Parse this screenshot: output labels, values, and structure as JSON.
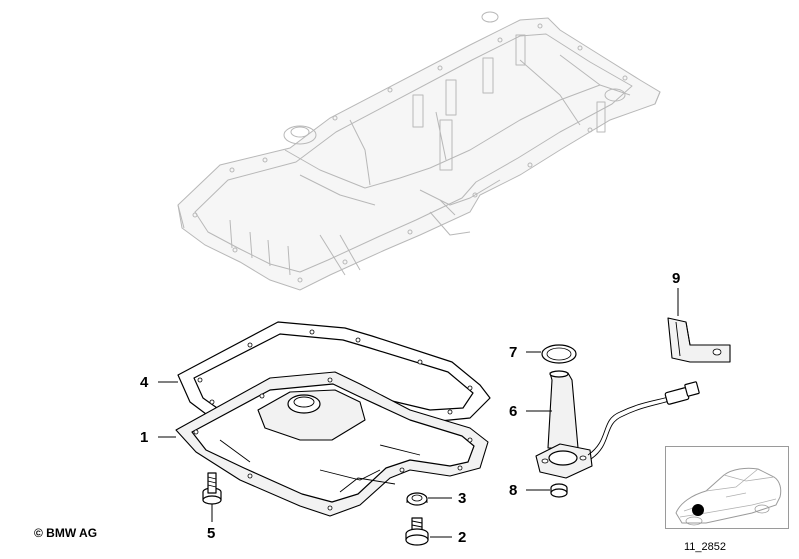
{
  "diagram": {
    "copyright": "© BMW AG",
    "diagram_id": "11_2852",
    "callouts": [
      "1",
      "2",
      "3",
      "4",
      "5",
      "6",
      "7",
      "8",
      "9"
    ]
  },
  "colors": {
    "ink": "#000000",
    "ghost_part": "#b8b8b8",
    "thumbnail_border": "#9a9a9a",
    "marker_dot": "#000000"
  }
}
